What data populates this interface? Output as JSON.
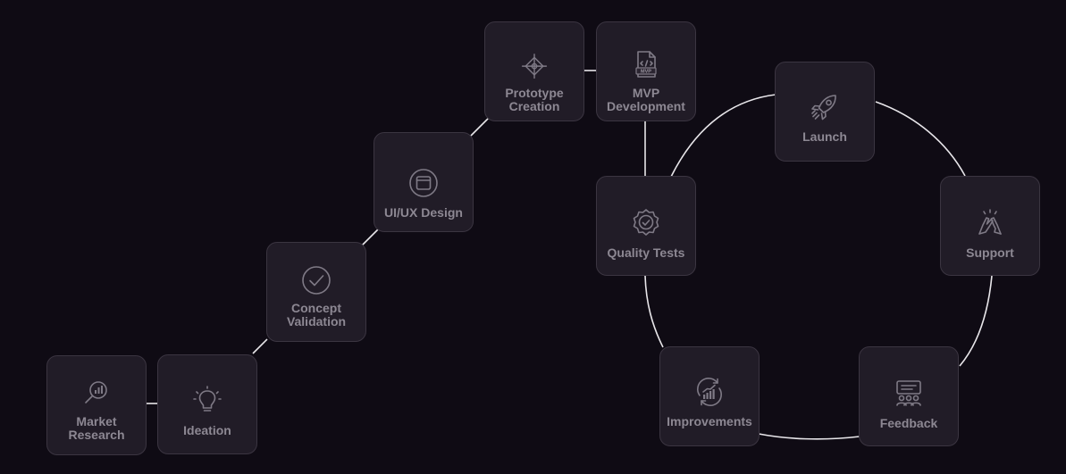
{
  "nodes": [
    {
      "key": "market-research",
      "label": "Market\nResearch",
      "icon": "magnifier-chart-icon"
    },
    {
      "key": "ideation",
      "label": "Ideation",
      "icon": "lightbulb-icon"
    },
    {
      "key": "concept-validation",
      "label": "Concept\nValidation",
      "icon": "check-circle-icon"
    },
    {
      "key": "uiux-design",
      "label": "UI/UX Design",
      "icon": "browser-window-icon"
    },
    {
      "key": "prototype-creation",
      "label": "Prototype\nCreation",
      "icon": "vector-node-icon"
    },
    {
      "key": "mvp-development",
      "label": "MVP\nDevelopment",
      "icon": "code-file-icon"
    },
    {
      "key": "quality-tests",
      "label": "Quality Tests",
      "icon": "badge-check-icon"
    },
    {
      "key": "launch",
      "label": "Launch",
      "icon": "rocket-icon"
    },
    {
      "key": "support",
      "label": "Support",
      "icon": "high-five-icon"
    },
    {
      "key": "feedback",
      "label": "Feedback",
      "icon": "feedback-board-icon"
    },
    {
      "key": "improvements",
      "label": "Improvements",
      "icon": "growth-cycle-icon"
    }
  ],
  "icon_text": {
    "mvp": "MVP"
  },
  "colors": {
    "background": "#0f0b14",
    "card": "#211c27",
    "card_border": "#3b3541",
    "label": "#8d8893",
    "icon": "#7f7a86",
    "connector": "#e8e6ea"
  }
}
